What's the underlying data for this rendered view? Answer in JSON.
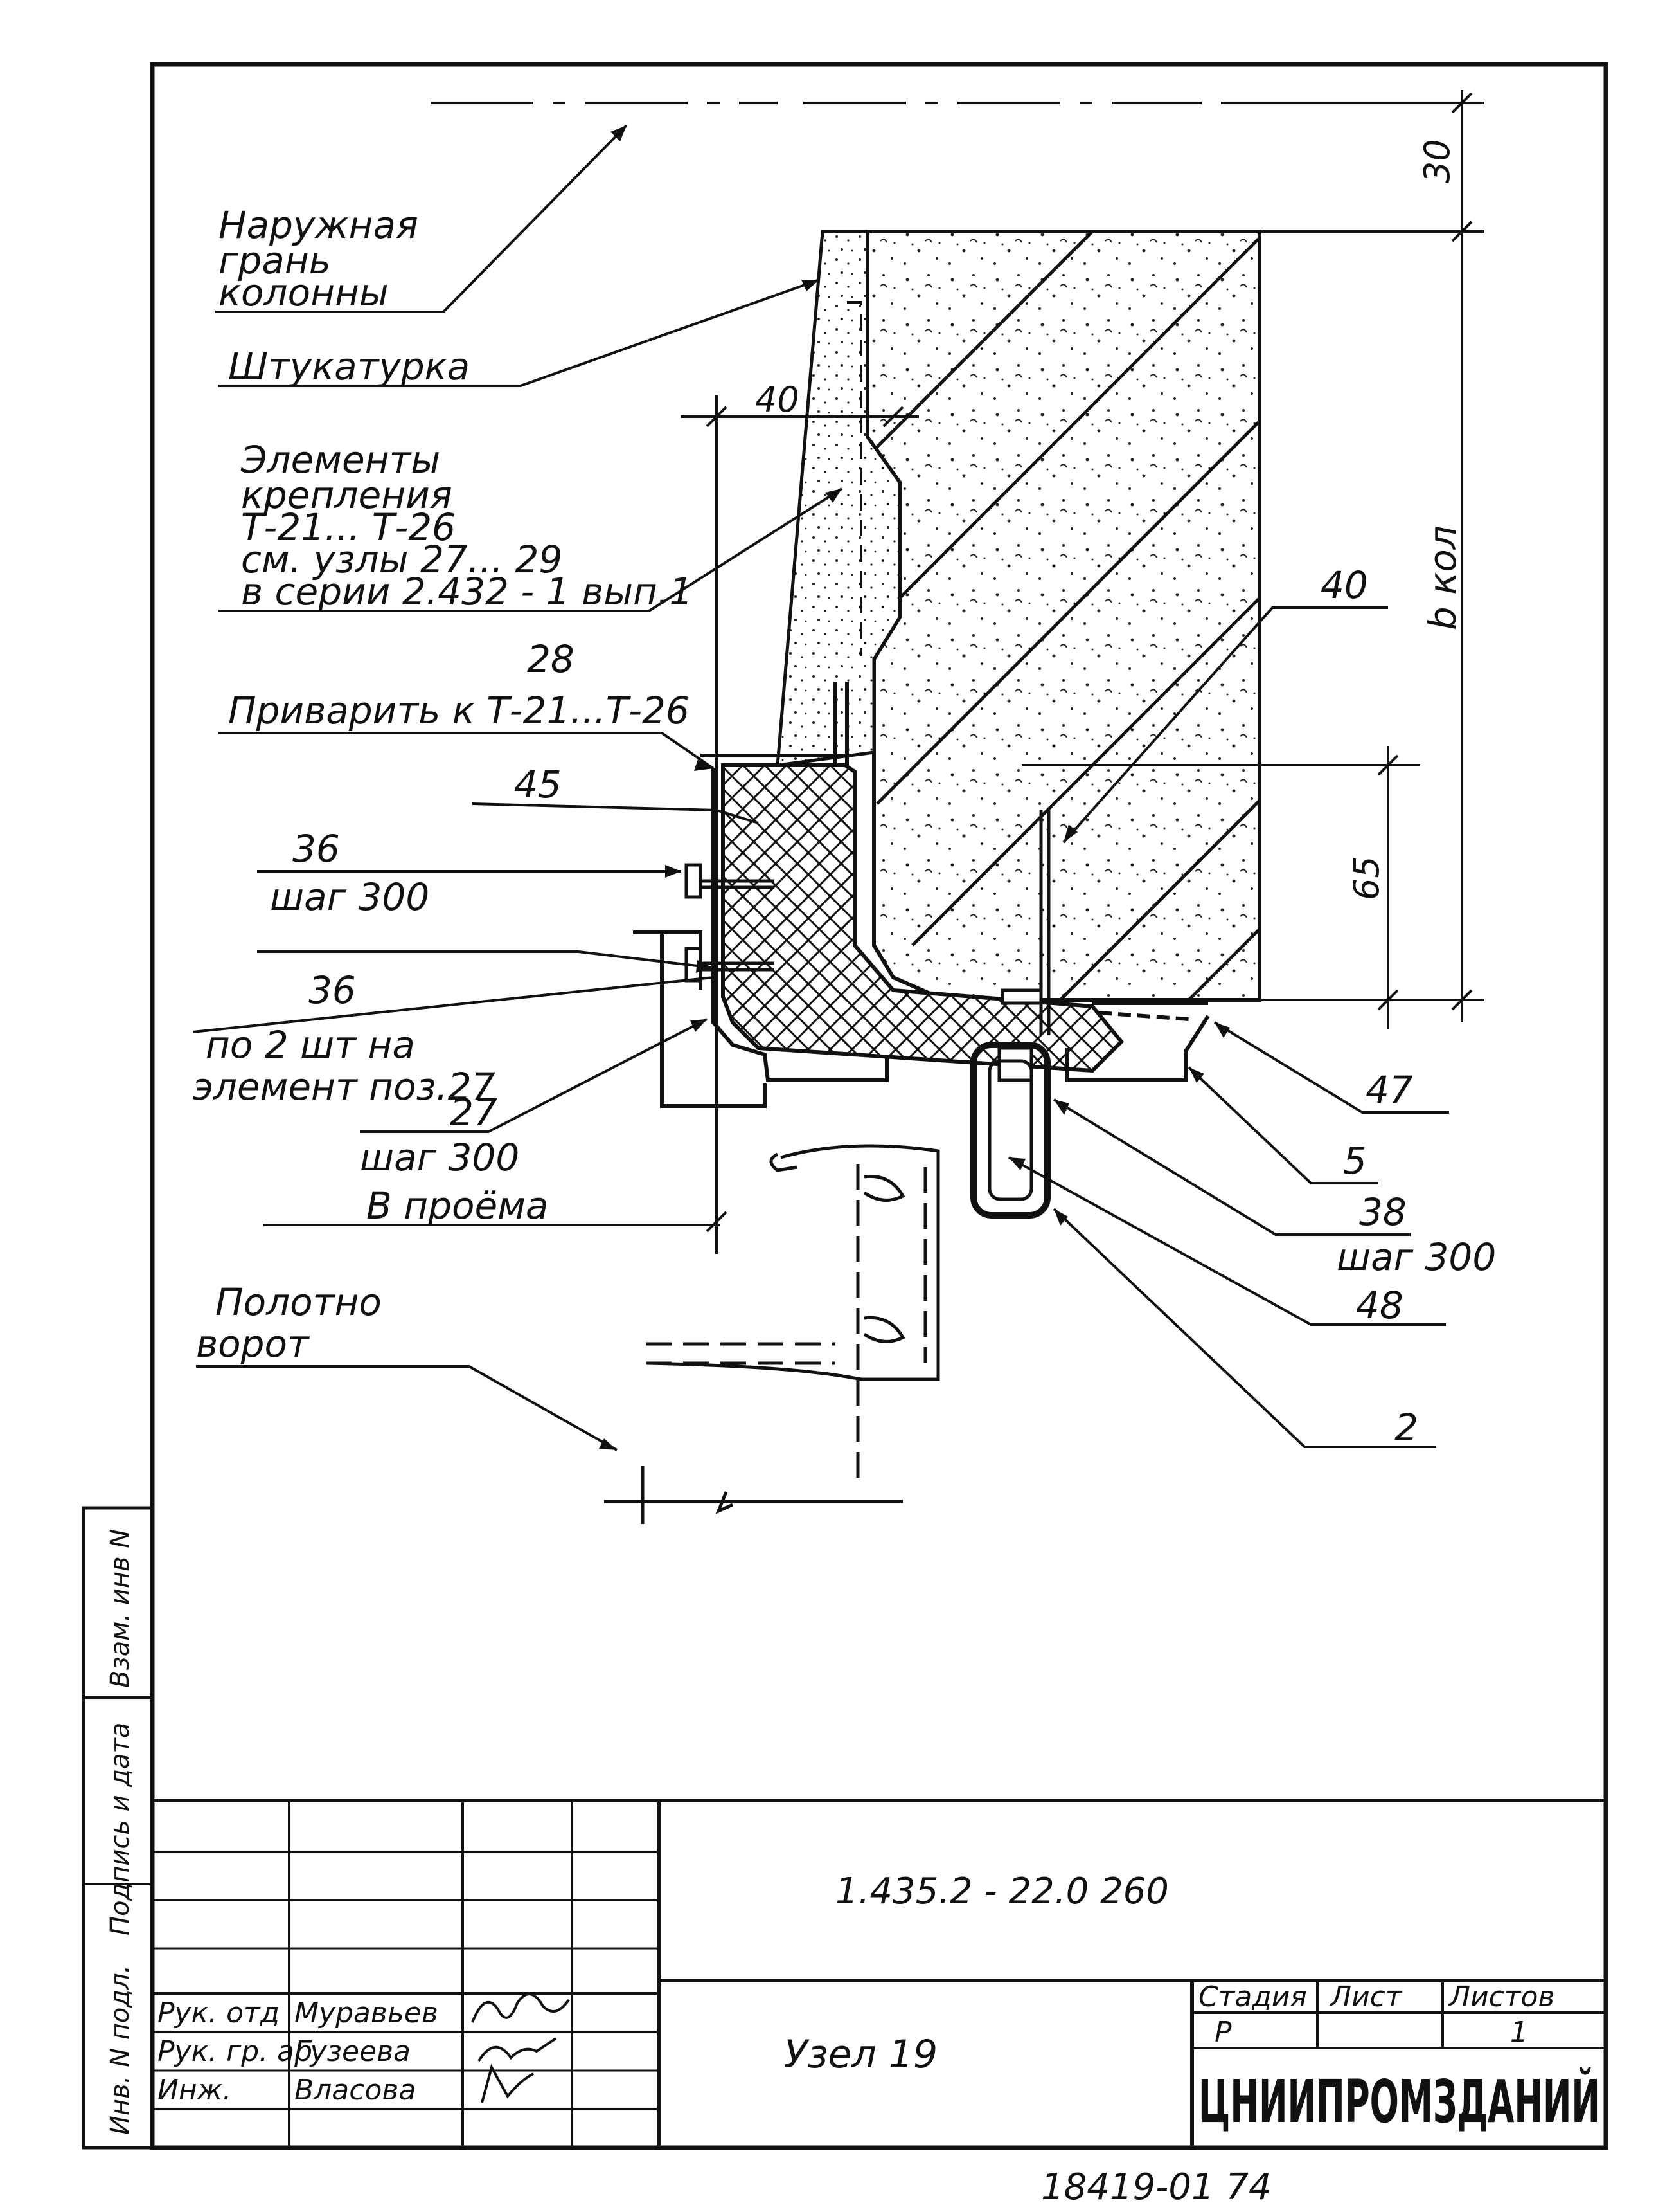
{
  "labels": {
    "outer_face": [
      "Наружная",
      "грань",
      "колонны"
    ],
    "plaster": "Штукатурка",
    "fasteners": [
      "Элементы",
      "крепления",
      "Т-21... Т-26",
      "см. узлы 27... 29",
      "в серии 2.432 - 1 вып.1"
    ],
    "weld_number": "28",
    "weld_note": "Приварить к Т-21...Т-26",
    "item_45": "45",
    "item_36_top": "36",
    "item_36_top_step": "шаг 300",
    "item_36_bottom": "36",
    "item_36_bottom_note": [
      "по 2 шт на",
      "элемент поз.27"
    ],
    "item_27": "27",
    "item_27_step": "шаг 300",
    "in_opening": "В проёма",
    "gate_leaf": [
      "Полотно",
      "ворот"
    ],
    "item_40": "40",
    "item_47": "47",
    "item_5": "5",
    "item_38": "38",
    "item_38_step": "шаг 300",
    "item_48": "48",
    "item_2": "2"
  },
  "dimensions": {
    "top_offset": "30",
    "column_width": "b кол",
    "gap_40": "40",
    "height_65": "65"
  },
  "title_block": {
    "drawing_code": "1.435.2 - 22.0  260",
    "node_title": "Узел 19",
    "roles": [
      "Рук. отд",
      "Рук. гр. ар",
      "Инж."
    ],
    "names": [
      "Муравьев",
      "Гузеева",
      "Власова"
    ],
    "stage_header": "Стадия",
    "sheet_header": "Лист",
    "sheets_header": "Листов",
    "stage_value": "Р",
    "sheet_value": "",
    "sheets_value": "1",
    "organization": "ЦНИИПРОМЗДАНИЙ",
    "inventory_number": "18419-01  74"
  },
  "side_strip": {
    "inv_original": "Инв. N подл.",
    "sign_date": "Подпись и дата",
    "replace_inv": "Взам. инв N"
  }
}
